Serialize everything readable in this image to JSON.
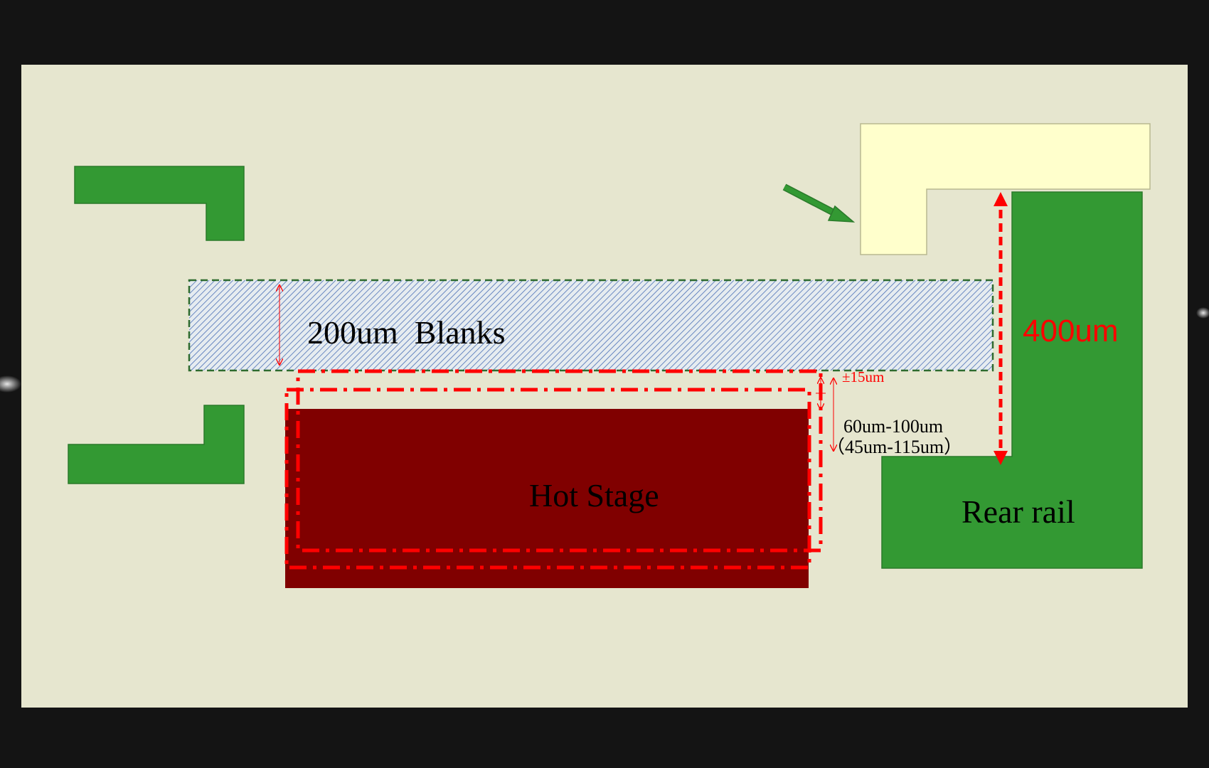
{
  "labels": {
    "blanks": "200um  Blanks",
    "hot_stage": "Hot Stage",
    "rear_rail": "Rear rail",
    "gap_400": "400um",
    "tolerance": "±15um",
    "gap_range": "60um-100um",
    "gap_range_alt": "（45um-115um）"
  },
  "colors": {
    "background": "#141414",
    "slide": "#e6e6cf",
    "green": "#339933",
    "cream": "#ffffcc",
    "hot_stage": "#800000",
    "dimension_red": "#ff0000",
    "blanks_hatch": "#4a6fb5",
    "blanks_border": "#2e6b2e"
  },
  "icons": {
    "pointer": "arrow-icon"
  }
}
